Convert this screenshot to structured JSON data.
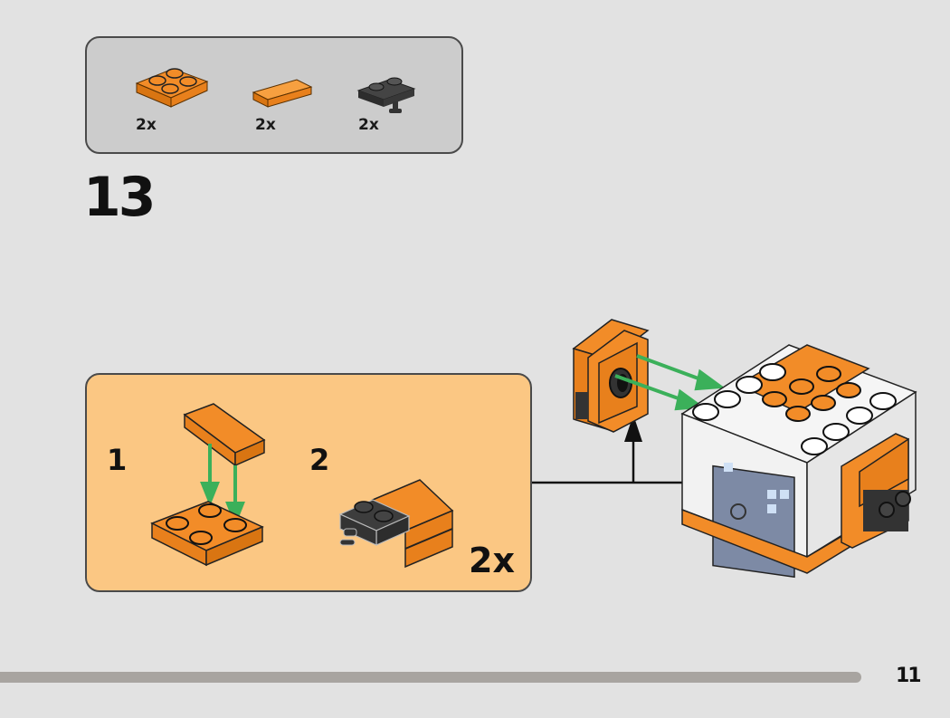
{
  "page": {
    "step_number": "13",
    "page_number": "11",
    "progress_fraction": 0.9
  },
  "parts_list": {
    "items": [
      {
        "name": "orange-plate-2x2",
        "color": "#f28c28",
        "count": "2x"
      },
      {
        "name": "orange-tile-1x2",
        "color": "#f28c28",
        "count": "2x"
      },
      {
        "name": "dark-grey-plate-1x2-with-clip",
        "color": "#3a3a3a",
        "count": "2x"
      }
    ]
  },
  "sub_assembly": {
    "steps": [
      {
        "label": "1"
      },
      {
        "label": "2"
      }
    ],
    "multiplier": "2x"
  },
  "colors": {
    "brick_orange": "#f28c28",
    "sub_box_bg": "#fbc783",
    "parts_box_bg": "#cccccc",
    "arrow_green": "#3bb05a",
    "page_bg": "#e2e2e2",
    "progress_bar": "#a8a4a0"
  }
}
